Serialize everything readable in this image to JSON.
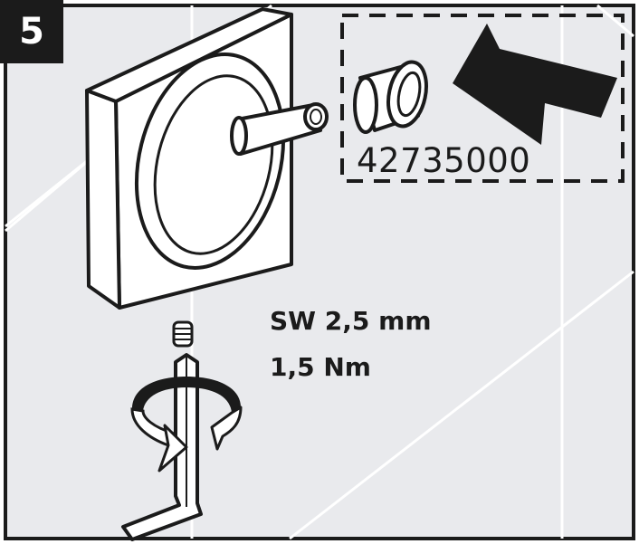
{
  "step": {
    "number": "5"
  },
  "part": {
    "number": "42735000"
  },
  "specs": {
    "wrench_size": "SW 2,5 mm",
    "torque": "1,5 Nm"
  },
  "colors": {
    "background": "#e9eaed",
    "line": "#1b1b1b",
    "grout": "#ffffff",
    "part_fill": "#ffffff"
  },
  "icons": {
    "arrow": "arrow-left-icon",
    "rotation": "rotation-arrow-icon"
  }
}
